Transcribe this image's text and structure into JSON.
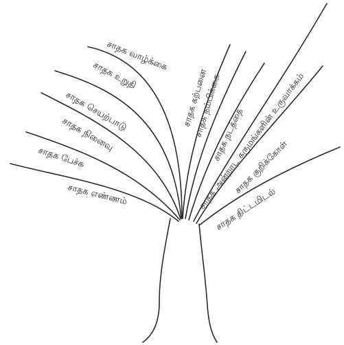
{
  "diagram": {
    "type": "tree",
    "colors": {
      "ink": "#2a2a2a",
      "background": "#ffffff"
    },
    "branches": [
      {
        "id": "branch-1",
        "label": "சாதக எண்ணம்"
      },
      {
        "id": "branch-2",
        "label": "சாதக பேச்சு"
      },
      {
        "id": "branch-3",
        "label": "சாதக நினைவு"
      },
      {
        "id": "branch-4",
        "label": "சாதக செயற்பாடு"
      },
      {
        "id": "branch-5",
        "label": "சாதக உறுதி"
      },
      {
        "id": "branch-6",
        "label": "சாதக வாழ்க்கை"
      },
      {
        "id": "branch-7",
        "label": "சாதக கற்பனை"
      },
      {
        "id": "branch-8",
        "label": "சாதக நம்பிக்கை"
      },
      {
        "id": "branch-9",
        "label": "சாதக நடத்தை"
      },
      {
        "id": "branch-10",
        "label": "சாதக அன்றாட கருமங்களின் உருவாக்கம்"
      },
      {
        "id": "branch-11",
        "label": "சாதக குறிக்கோள்"
      },
      {
        "id": "branch-12",
        "label": "சாதக திட்டமிடல்"
      }
    ]
  }
}
